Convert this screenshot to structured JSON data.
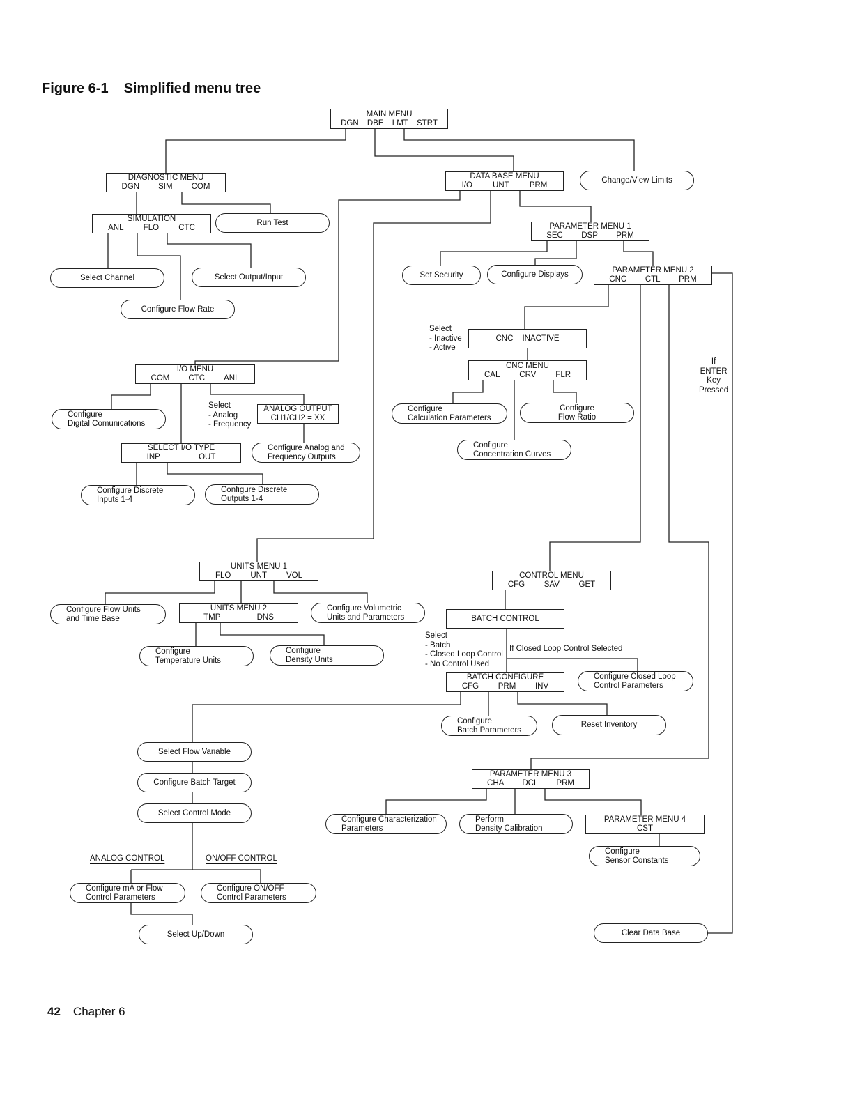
{
  "figure": {
    "number": "Figure 6-1",
    "title": "Simplified menu tree"
  },
  "footer": {
    "page": "42",
    "chapter": "Chapter 6"
  },
  "nodes": {
    "main_menu": {
      "title": "MAIN MENU",
      "sub": [
        "DGN",
        "DBE",
        "LMT",
        "STRT"
      ]
    },
    "diagnostic_menu": {
      "title": "DIAGNOSTIC MENU",
      "sub": [
        "DGN",
        "SIM",
        "COM"
      ]
    },
    "simulation": {
      "title": "SIMULATION",
      "sub": [
        "ANL",
        "FLO",
        "CTC"
      ]
    },
    "run_test": {
      "lines": [
        "Run Test"
      ]
    },
    "select_channel": {
      "lines": [
        "Select Channel"
      ]
    },
    "select_output_input": {
      "lines": [
        "Select Output/Input"
      ]
    },
    "configure_flow_rate": {
      "lines": [
        "Configure Flow Rate"
      ]
    },
    "data_base_menu": {
      "title": "DATA BASE MENU",
      "sub": [
        "I/O",
        "UNT",
        "PRM"
      ]
    },
    "change_view_limits": {
      "lines": [
        "Change/View Limits"
      ]
    },
    "parameter_menu_1": {
      "title": "PARAMETER MENU 1",
      "sub": [
        "SEC",
        "DSP",
        "PRM"
      ]
    },
    "set_security": {
      "lines": [
        "Set Security"
      ]
    },
    "configure_displays": {
      "lines": [
        "Configure Displays"
      ]
    },
    "parameter_menu_2": {
      "title": "PARAMETER MENU 2",
      "sub": [
        "CNC",
        "CTL",
        "PRM"
      ]
    },
    "cnc_inactive": {
      "title": "CNC = INACTIVE"
    },
    "cnc_menu": {
      "title": "CNC MENU",
      "sub": [
        "CAL",
        "CRV",
        "FLR"
      ]
    },
    "configure_calculation_parameters": {
      "lines": [
        "Configure",
        "Calculation Parameters"
      ]
    },
    "configure_flow_ratio": {
      "lines": [
        "Configure",
        "Flow Ratio"
      ]
    },
    "configure_concentration_curves": {
      "lines": [
        "Configure",
        "Concentration Curves"
      ]
    },
    "io_menu": {
      "title": "I/O MENU",
      "sub": [
        "COM",
        "CTC",
        "ANL"
      ]
    },
    "configure_digital_comunications": {
      "lines": [
        "Configure",
        "Digital Comunications"
      ]
    },
    "analog_output": {
      "title": "ANALOG OUTPUT",
      "sub": [
        "CH1/CH2 = XX"
      ]
    },
    "configure_analog_frequency_outputs": {
      "lines": [
        "Configure Analog and",
        "Frequency Outputs"
      ]
    },
    "select_io_type": {
      "title": "SELECT I/O TYPE",
      "sub": [
        "INP",
        "OUT"
      ]
    },
    "configure_discrete_inputs": {
      "lines": [
        "Configure Discrete",
        "Inputs 1-4"
      ]
    },
    "configure_discrete_outputs": {
      "lines": [
        "Configure Discrete",
        "Outputs 1-4"
      ]
    },
    "units_menu_1": {
      "title": "UNITS MENU 1",
      "sub": [
        "FLO",
        "UNT",
        "VOL"
      ]
    },
    "configure_flow_units": {
      "lines": [
        "Configure Flow Units",
        "and Time Base"
      ]
    },
    "units_menu_2": {
      "title": "UNITS MENU 2",
      "sub": [
        "TMP",
        "DNS"
      ]
    },
    "configure_volumetric_units": {
      "lines": [
        "Configure Volumetric",
        "Units and Parameters"
      ]
    },
    "configure_temperature_units": {
      "lines": [
        "Configure",
        "Temperature Units"
      ]
    },
    "configure_density_units": {
      "lines": [
        "Configure",
        "Density Units"
      ]
    },
    "control_menu": {
      "title": "CONTROL MENU",
      "sub": [
        "CFG",
        "SAV",
        "GET"
      ]
    },
    "batch_control": {
      "title": "BATCH CONTROL"
    },
    "batch_configure": {
      "title": "BATCH CONFIGURE",
      "sub": [
        "CFG",
        "PRM",
        "INV"
      ]
    },
    "configure_closed_loop": {
      "lines": [
        "Configure Closed Loop",
        "Control Parameters"
      ]
    },
    "configure_batch_parameters": {
      "lines": [
        "Configure",
        "Batch Parameters"
      ]
    },
    "reset_inventory": {
      "lines": [
        "Reset Inventory"
      ]
    },
    "select_flow_variable": {
      "lines": [
        "Select Flow Variable"
      ]
    },
    "configure_batch_target": {
      "lines": [
        "Configure Batch Target"
      ]
    },
    "select_control_mode": {
      "lines": [
        "Select Control Mode"
      ]
    },
    "configure_ma_flow_control": {
      "lines": [
        "Configure mA or Flow",
        "Control Parameters"
      ]
    },
    "configure_onoff_control": {
      "lines": [
        "Configure ON/OFF",
        "Control Parameters"
      ]
    },
    "select_up_down": {
      "lines": [
        "Select Up/Down"
      ]
    },
    "parameter_menu_3": {
      "title": "PARAMETER MENU 3",
      "sub": [
        "CHA",
        "DCL",
        "PRM"
      ]
    },
    "configure_characterization": {
      "lines": [
        "Configure Characterization",
        "Parameters"
      ]
    },
    "perform_density_calibration": {
      "lines": [
        "Perform",
        "Density Calibration"
      ]
    },
    "parameter_menu_4": {
      "title": "PARAMETER MENU 4",
      "sub": [
        "CST"
      ]
    },
    "configure_sensor_constants": {
      "lines": [
        "Configure",
        "Sensor Constants"
      ]
    },
    "clear_data_base": {
      "lines": [
        "Clear Data Base"
      ]
    }
  },
  "notes": {
    "cnc_select": [
      "Select",
      "- Inactive",
      "- Active"
    ],
    "io_select": [
      "Select",
      "- Analog",
      "- Frequency"
    ],
    "enter_key": [
      "If",
      "ENTER",
      "Key",
      "Pressed"
    ],
    "batch_select": [
      "Select",
      "- Batch",
      "- Closed Loop Control",
      "- No Control Used"
    ],
    "closed_loop_selected": [
      "If  Closed Loop Control Selected"
    ],
    "analog_control": [
      "ANALOG CONTROL"
    ],
    "onoff_control": [
      "ON/OFF CONTROL"
    ]
  }
}
